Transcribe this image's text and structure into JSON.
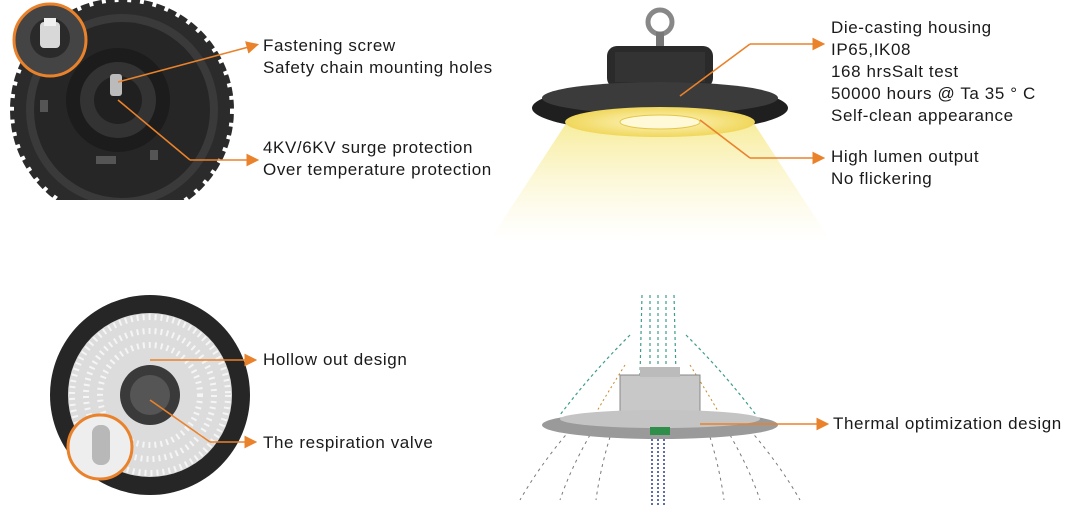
{
  "accent_color": "#e9822b",
  "top_left": {
    "group1": [
      "Fastening screw",
      "Safety chain mounting holes"
    ],
    "group2": [
      "4KV/6KV surge protection",
      "Over temperature protection"
    ]
  },
  "top_right": {
    "group1": [
      "Die-casting housing",
      "IP65,IK08",
      "168 hrsSalt test",
      "50000 hours @ Ta 35 ° C",
      "Self-clean appearance"
    ],
    "group2": [
      "High lumen output",
      "No flickering"
    ]
  },
  "bottom_left": {
    "label1": "Hollow out design",
    "label2": "The respiration valve"
  },
  "bottom_right": {
    "label1": "Thermal optimization design"
  }
}
